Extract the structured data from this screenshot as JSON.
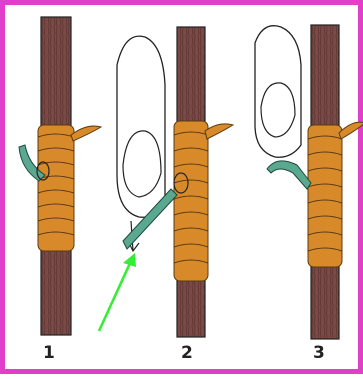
{
  "figure": {
    "border_color": "#e040c8",
    "arrow_color": "#33ee33",
    "stem_color": "#7a4a46",
    "twine_color": "#d88a2a",
    "scion_color": "#5aa890",
    "steps": [
      {
        "label": "1"
      },
      {
        "label": "2"
      },
      {
        "label": "3"
      }
    ]
  }
}
